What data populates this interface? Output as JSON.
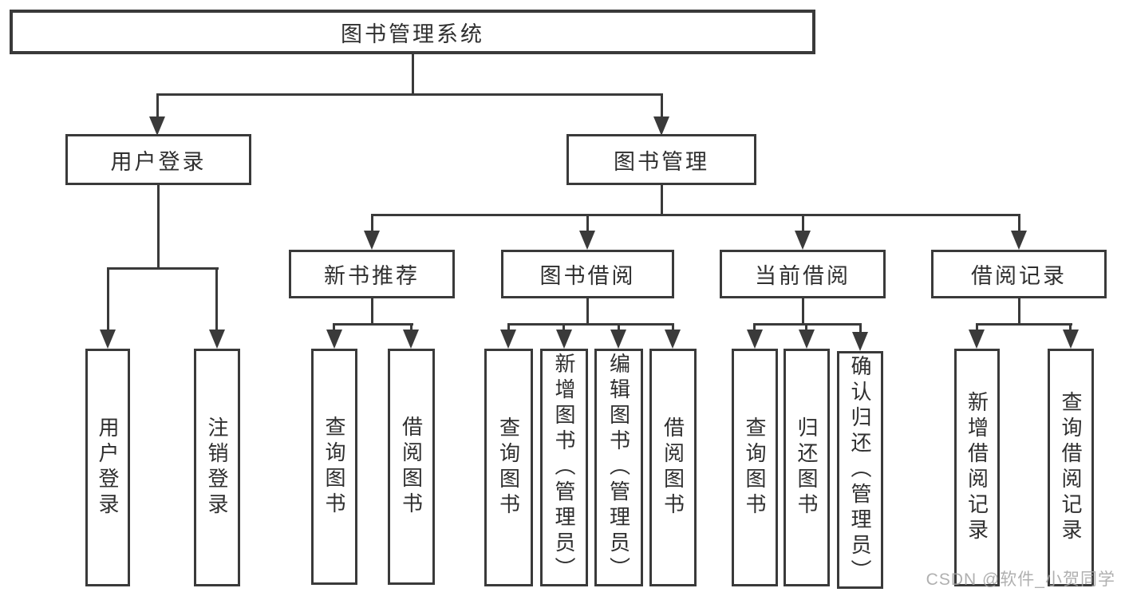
{
  "diagram": {
    "type": "hierarchy-tree",
    "title": "图书管理系统"
  },
  "tree": {
    "root": "图书管理系统",
    "user_login": {
      "label": "用户登录",
      "children": {
        "login": "用户登录",
        "logout": "注销登录"
      }
    },
    "book_mgmt": {
      "label": "图书管理",
      "children": {
        "new_book_rec": {
          "label": "新书推荐",
          "children": {
            "query_book": "查询图书",
            "borrow_book": "借阅图书"
          }
        },
        "book_borrow": {
          "label": "图书借阅",
          "children": {
            "query_book": "查询图书",
            "add_book": "新增图书（管理员）",
            "edit_book": "编辑图书（管理员）",
            "borrow_book": "借阅图书"
          }
        },
        "current_borrow": {
          "label": "当前借阅",
          "children": {
            "query_book": "查询图书",
            "return_book": "归还图书",
            "confirm_return": "确认归还（管理员）"
          }
        },
        "borrow_records": {
          "label": "借阅记录",
          "children": {
            "add_record": "新增借阅记录",
            "query_record": "查询借阅记录"
          }
        }
      }
    }
  },
  "watermark": "CSDN @软件_小贺同学",
  "colors": {
    "line": "#3a3a3a",
    "box_border": "#3a3a3a",
    "text": "#2f2f2f",
    "background": "#ffffff",
    "watermark": "#a2a2a2"
  }
}
